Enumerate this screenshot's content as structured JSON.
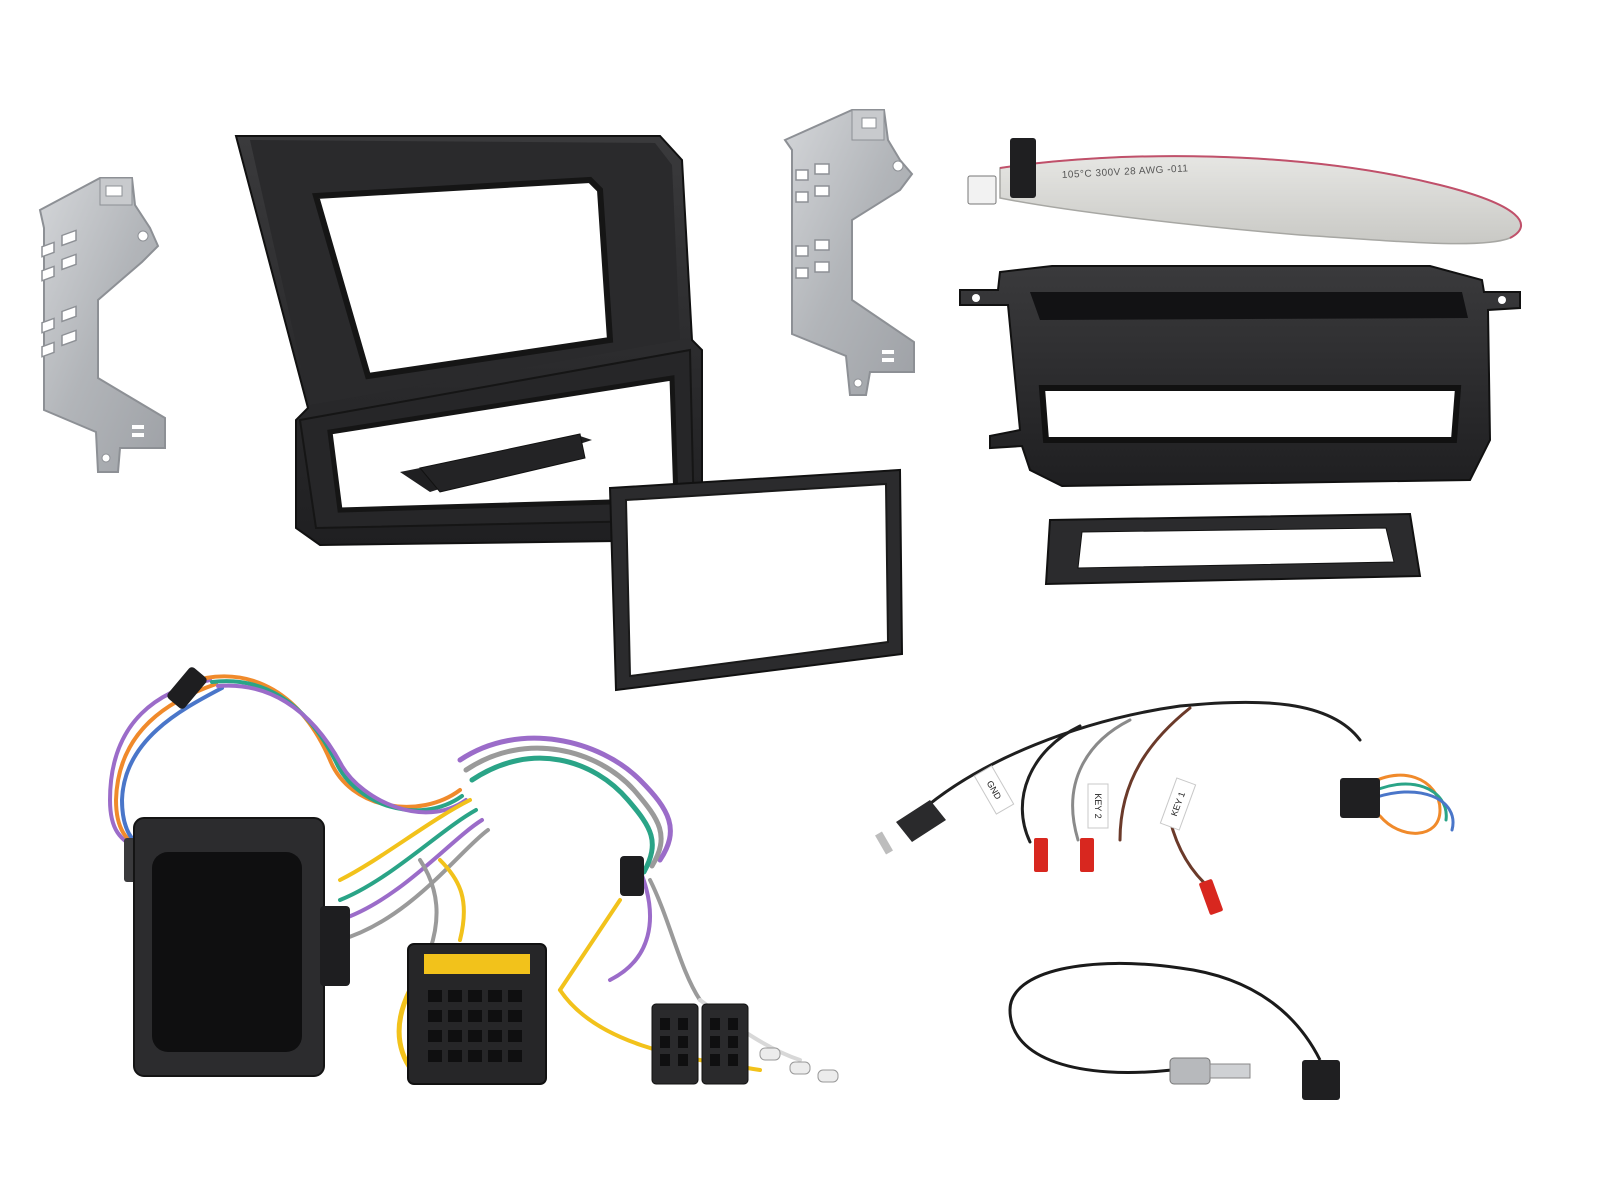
{
  "ribbon_cable": {
    "print": "105°C 300V 28 AWG -011"
  },
  "steering_harness": {
    "tags": [
      "GND",
      "KEY 2",
      "KEY 1"
    ]
  },
  "colors": {
    "fascia": "#2b2b2d",
    "bracket": "#b9bcc0",
    "ribbon": "#d9d9d6",
    "ribbon_stripe": "#c0506a",
    "connector_red": "#d8271f",
    "connector_yellow": "#f2c21b",
    "wire_orange": "#f08a2b",
    "wire_purple": "#9b6cc9",
    "wire_green": "#2aa487",
    "wire_blue": "#4a76c9",
    "wire_grey": "#9a9a9a"
  }
}
